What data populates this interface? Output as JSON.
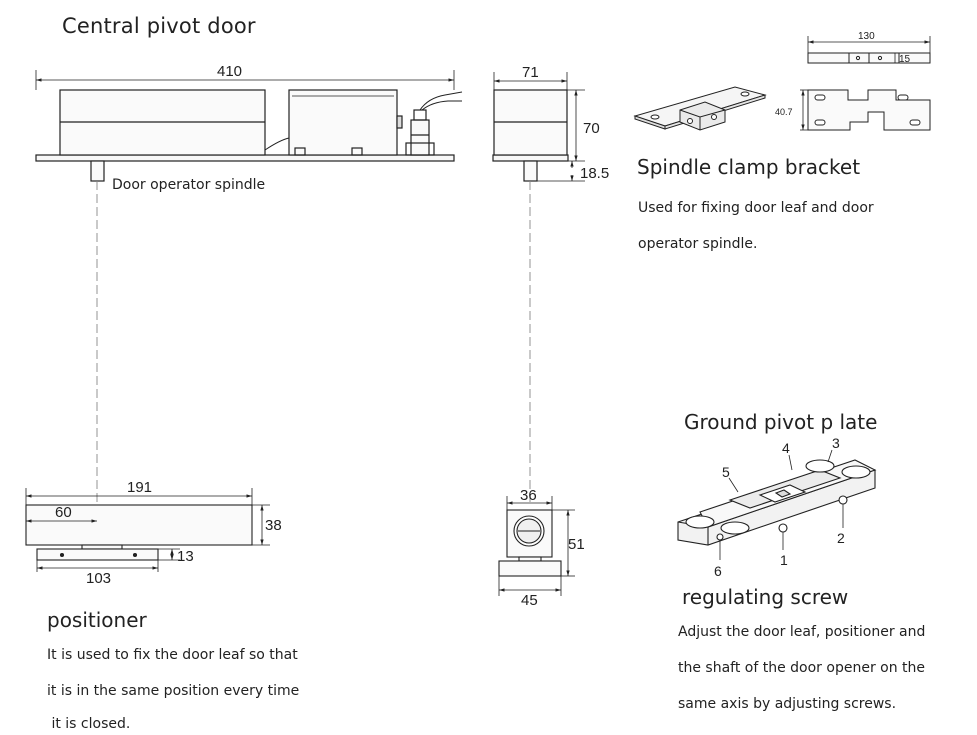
{
  "central_pivot_door": {
    "title": "Central pivot door",
    "dim_length": "410",
    "dim_width": "71",
    "dim_height": "70",
    "dim_spindle": "18.5",
    "spindle_label": "Door operator spindle"
  },
  "spindle_clamp_bracket": {
    "title": "Spindle clamp bracket",
    "description_line1": "Used for fixing door leaf and door",
    "description_line2": "operator spindle.",
    "dim_length": "130",
    "dim_thickness": "15",
    "dim_height": "40.7"
  },
  "ground_pivot_plate": {
    "title": "Ground pivot p  late",
    "callouts": [
      "1",
      "2",
      "3",
      "4",
      "5",
      "6"
    ]
  },
  "regulating_screw": {
    "title": "regulating screw",
    "description_line1": "Adjust the door leaf, positioner and",
    "description_line2": "the shaft of the door opener on the",
    "description_line3": "same axis by adjusting screws."
  },
  "positioner": {
    "title": "positioner",
    "description_line1": "It is used to fix the door leaf so that",
    "description_line2": "it is in the same position every time",
    "description_line3": " it is closed.",
    "dim_length": "191",
    "dim_offset": "60",
    "dim_height": "38",
    "dim_base_height": "13",
    "dim_base_length": "103"
  },
  "positioner_side": {
    "dim_top": "36",
    "dim_height": "51",
    "dim_base": "45"
  }
}
